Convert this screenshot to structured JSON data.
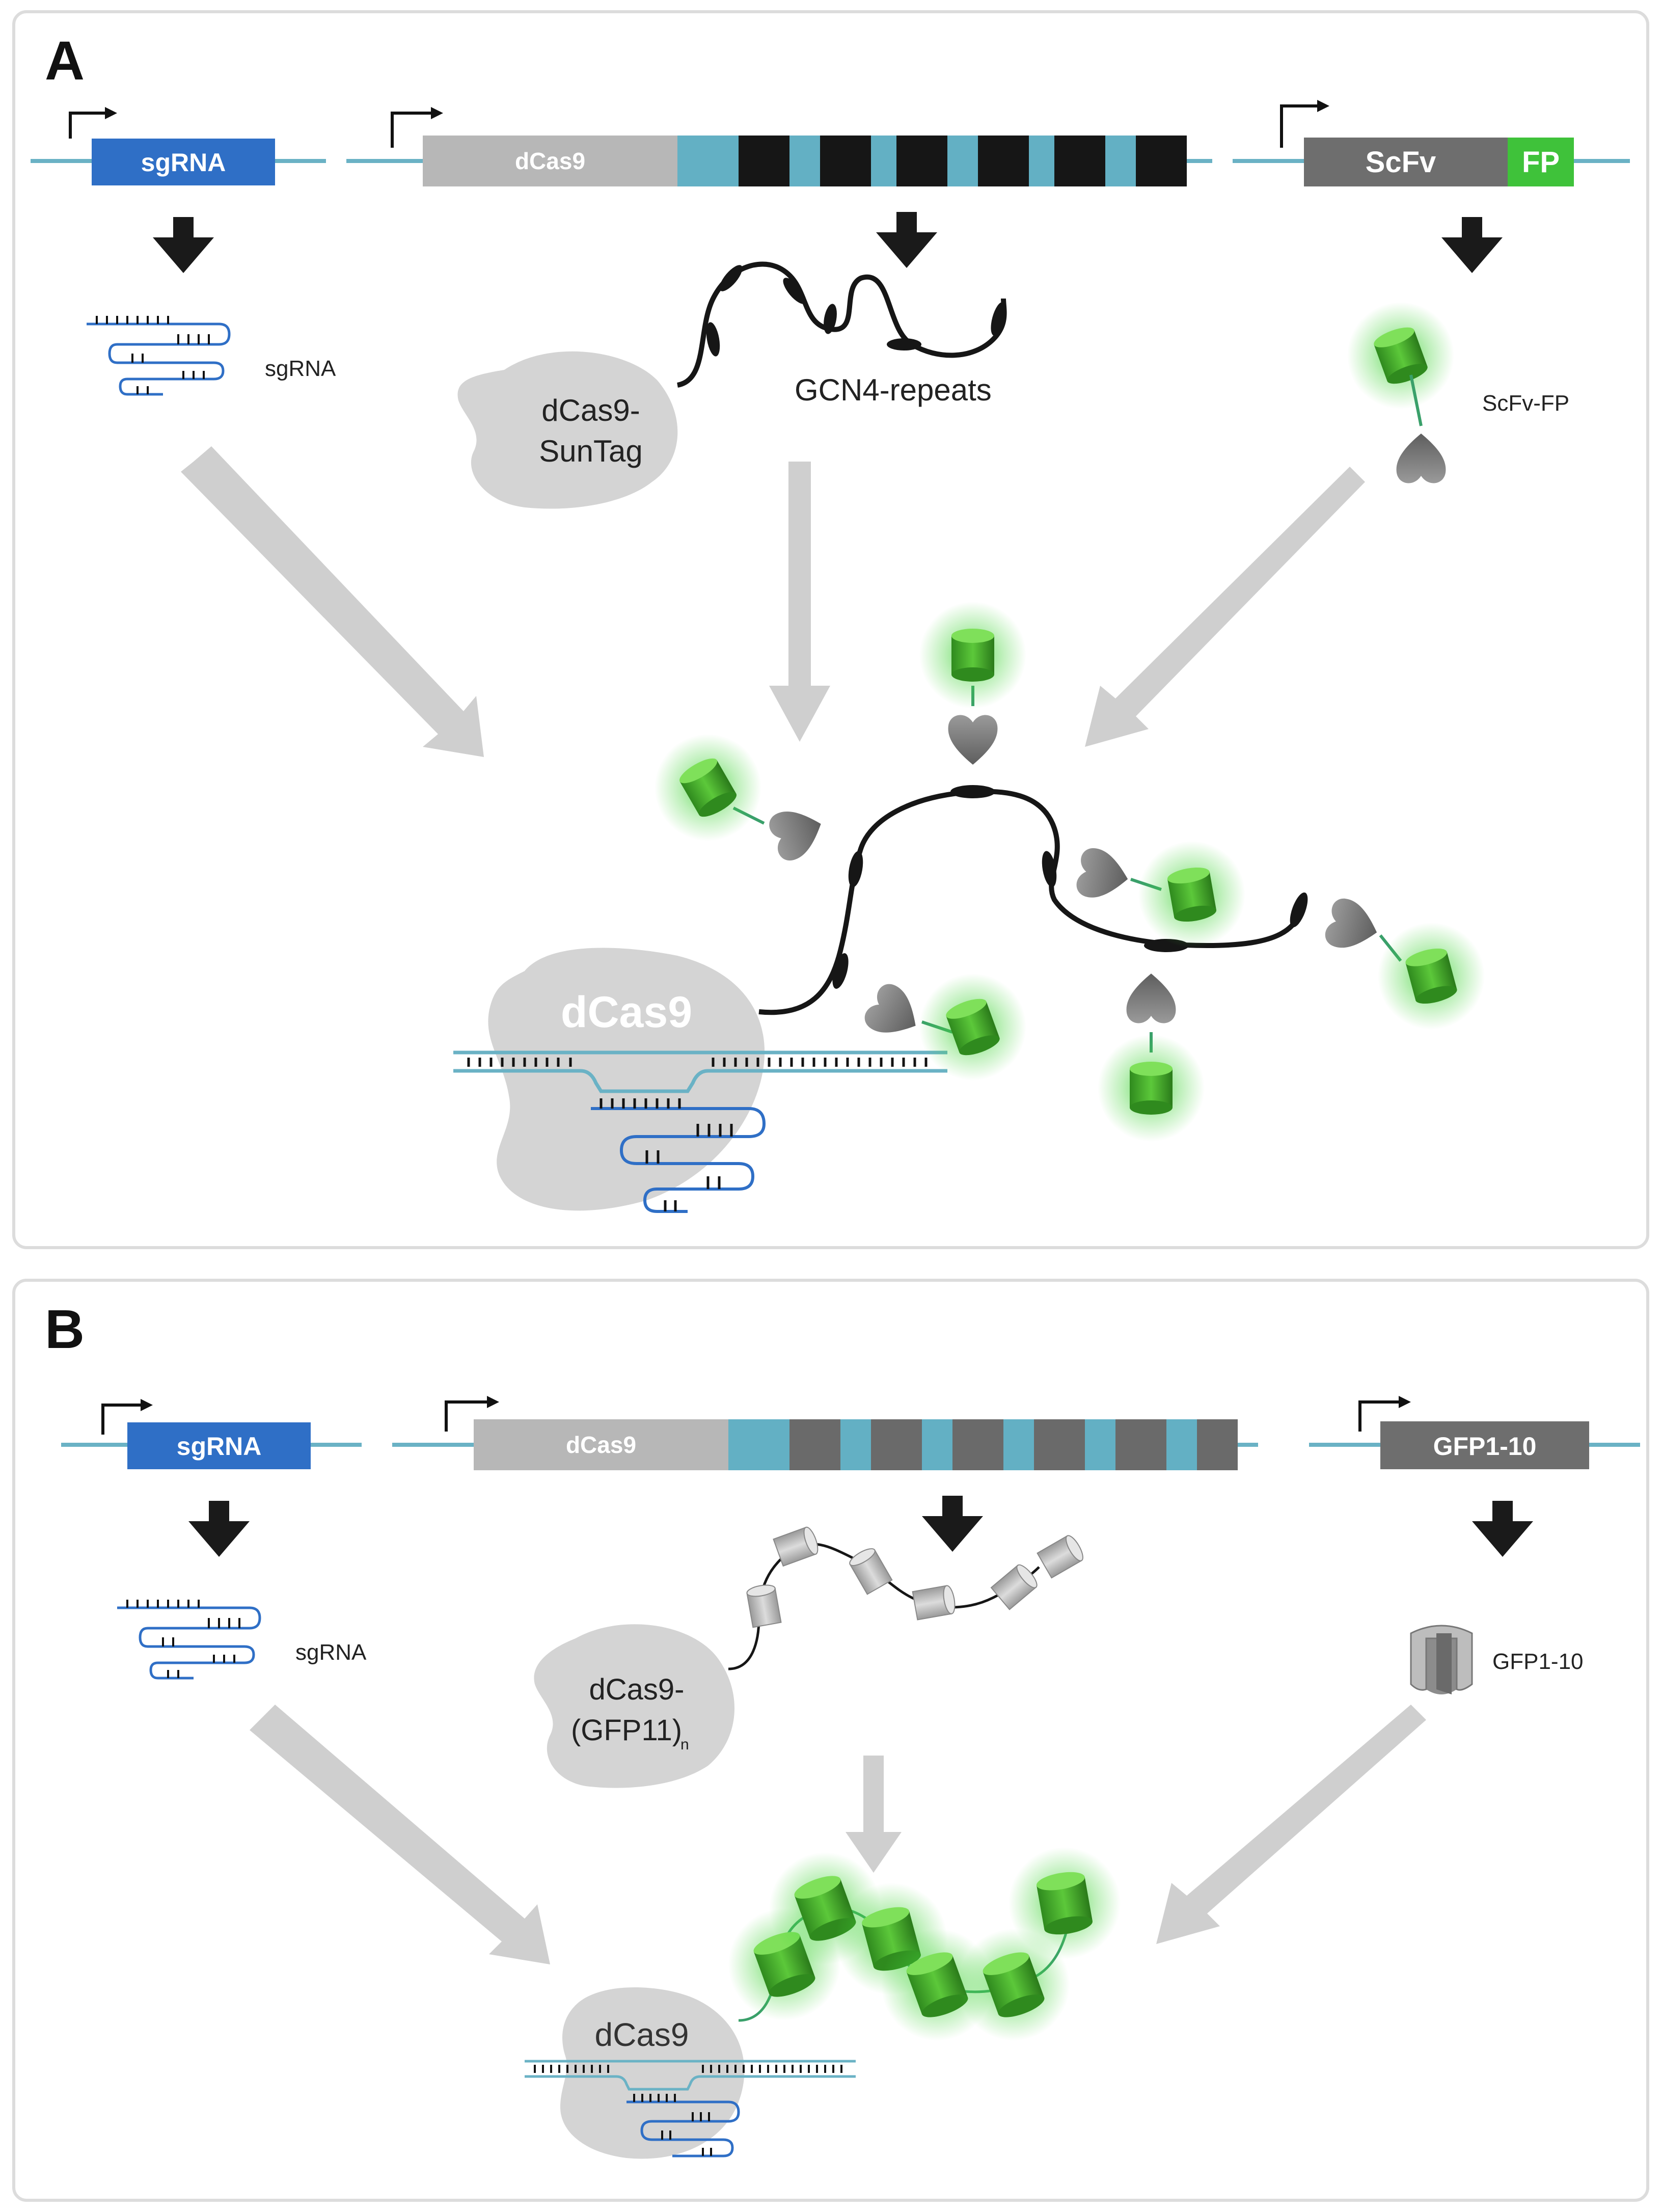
{
  "colors": {
    "dna": "#6ab2c5",
    "sgrna_box": "#2f6fc6",
    "dcas9_bar": "#b7b7b7",
    "repeat_teal": "#63b0c4",
    "repeat_black": "#161616",
    "repeat_gray": "#6a6a6a",
    "scfv_box": "#6e6e6e",
    "fp_green": "#3fc23a",
    "gfp_box": "#6e6e6e",
    "protein_gray": "#d4d4d4",
    "arrow_black": "#1a1a1a",
    "arrow_gray": "#cfcfcf",
    "glow_green": "#46d43c"
  },
  "panel_a": {
    "letter": "A",
    "gene_sgrna": "sgRNA",
    "gene_dcas9": "dCas9",
    "gene_scfv": "ScFv",
    "gene_fp": "FP",
    "label_sgrna": "sgRNA",
    "label_dcas9_suntag_line1": "dCas9-",
    "label_dcas9_suntag_line2": "SunTag",
    "label_gcn4": "GCN4-repeats",
    "label_scfv_fp": "ScFv-FP",
    "label_complex": "dCas9"
  },
  "panel_b": {
    "letter": "B",
    "gene_sgrna": "sgRNA",
    "gene_dcas9": "dCas9",
    "gene_gfp": "GFP1-10",
    "label_sgrna": "sgRNA",
    "label_dcas9_gfp11_line1": "dCas9-",
    "label_dcas9_gfp11_line2": "(GFP11)",
    "label_dcas9_gfp11_sub": "n",
    "label_gfp1_10": "GFP1-10",
    "label_complex": "dCas9"
  }
}
